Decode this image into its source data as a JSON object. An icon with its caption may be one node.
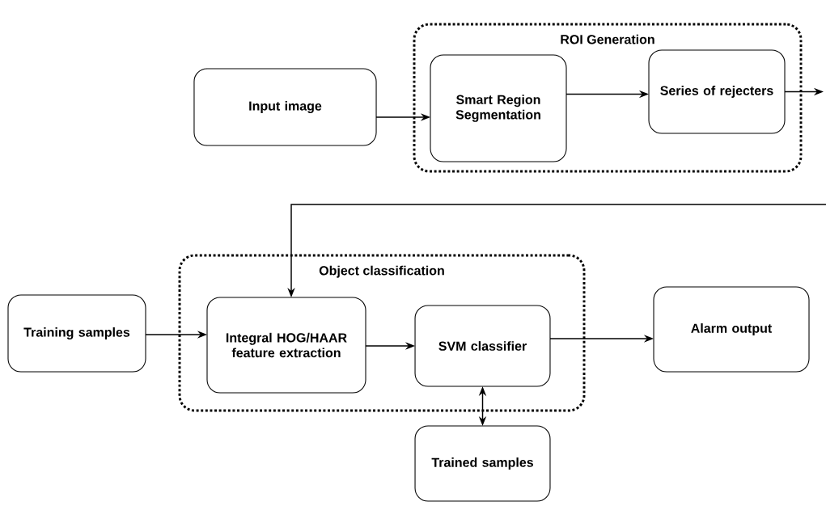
{
  "diagram": {
    "nodes": [
      {
        "text": [
          "Input image"
        ]
      },
      {
        "text": [
          "ROI Generation"
        ]
      },
      {
        "text": [
          "Smart Region Segmentation"
        ],
        "in": 1
      },
      {
        "text": [
          "Series of rejecters"
        ],
        "in": 1
      },
      {
        "text": [
          "Training samples"
        ]
      },
      {
        "text": [
          "Object classification"
        ]
      },
      {
        "text": [
          "Integral HOG/HAAR feature extraction"
        ],
        "in": 5
      },
      {
        "text": [
          "SVM classifier"
        ],
        "in": 5
      },
      {
        "text": [
          "Alarm output"
        ]
      },
      {
        "text": [
          "Trained samples"
        ]
      }
    ],
    "edges": [
      {
        "from": 0,
        "to": 2,
        "arrow": "to"
      },
      {
        "from": 2,
        "to": 3,
        "arrow": "to"
      },
      {
        "from": 3,
        "to": null,
        "arrow": "to"
      },
      {
        "from": null,
        "to": 6,
        "arrow": "to"
      },
      {
        "from": 4,
        "to": 6,
        "arrow": "to"
      },
      {
        "from": 6,
        "to": 7,
        "arrow": "to"
      },
      {
        "from": 7,
        "to": 8,
        "arrow": "to"
      },
      {
        "from": 7,
        "to": 9,
        "arrow": "both"
      }
    ]
  }
}
